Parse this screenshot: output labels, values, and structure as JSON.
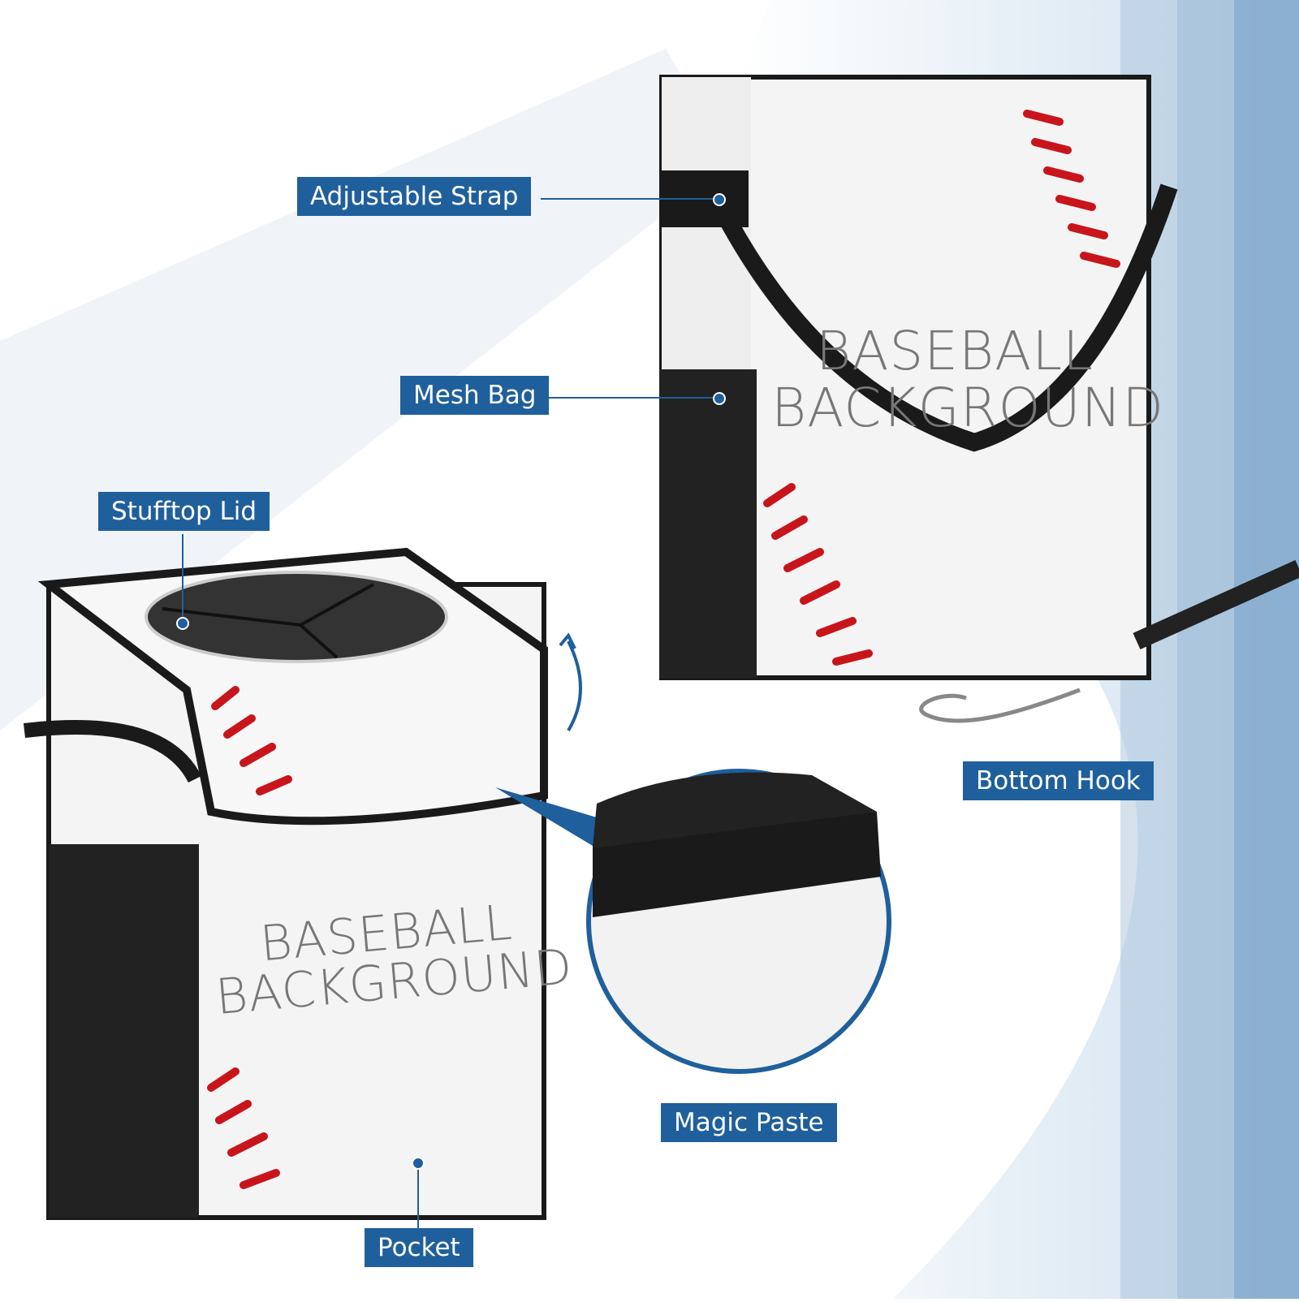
{
  "labels": {
    "adjustable_strap": "Adjustable Strap",
    "mesh_bag": "Mesh Bag",
    "stufftop_lid": "Stufftop Lid",
    "bottom_hook": "Bottom Hook",
    "magic_paste": "Magic Paste",
    "pocket": "Pocket"
  },
  "product_print": {
    "line1": "BASEBALL",
    "line2": "BACKGROUND"
  },
  "colors": {
    "label_bg": "#1f5f9c",
    "stitch_red": "#c8151b",
    "bag_black": "#1a1a1a"
  }
}
